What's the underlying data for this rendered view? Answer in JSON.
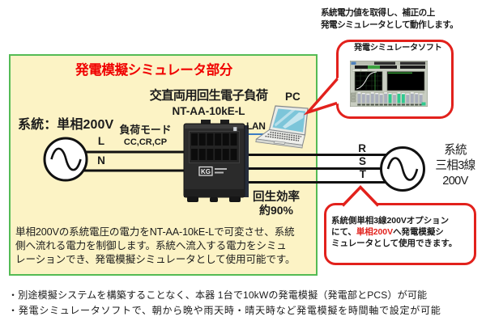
{
  "colors": {
    "box_fill": "#fcf3c5",
    "box_border_green": "#54bb54",
    "callout_red": "#e2211c",
    "title_red": "#f00000",
    "lan_blue": "#3b7cc4",
    "laptop_screen_cyan": "#7cc5d9"
  },
  "top_note": {
    "line1": "系統電力値を取得し、補正の上",
    "line2": "発電シミュレータとして動作します。"
  },
  "software_callout": {
    "title": "発電シミュレータソフト"
  },
  "main_box": {
    "title": "発電模擬シミュレータ部分",
    "device": {
      "name_line1": "交直両用回生電子負荷",
      "name_line2": "NT-AA-10kE-L",
      "logo": "KG"
    },
    "pc_label": "PC",
    "lan_label": "LAN",
    "grid_left_label": "系統：単相200V",
    "phase_l": "L",
    "phase_n": "N",
    "load_mode": {
      "line1": "負荷モード",
      "line2": "CC,CR,CP"
    },
    "efficiency": {
      "line1": "回生効率",
      "line2": "約90%"
    },
    "description": {
      "line1": "単相200Vの系統電圧の電力をNT-AA-10kE-Lで可変させ、系統",
      "line2": "側へ流れる電力を制御します。系統へ流入する電力をシミュ",
      "line3": "レーションでき、発電模擬シミュレータとして使用可能です。"
    }
  },
  "grid_right": {
    "phase_r": "R",
    "phase_s": "S",
    "phase_t": "T",
    "label_line1": "系統",
    "label_line2": "三相3線",
    "label_line3": "200V"
  },
  "option_callout": {
    "line1": "系統側単相3線200Vオプション",
    "line2_pre": "にて、",
    "line2_red": "単相200V",
    "line2_post": "へ発電模擬シ",
    "line3": "ミュレータとして使用できます。"
  },
  "footnotes": {
    "bullet1": "・別途模擬システムを構築することなく、本器 1台で10kWの発電模擬（発電部とPCS）が可能",
    "bullet2": "・発電シミュレータソフトで、朝から晩や雨天時・晴天時など発電模擬を時間軸で設定が可能"
  }
}
